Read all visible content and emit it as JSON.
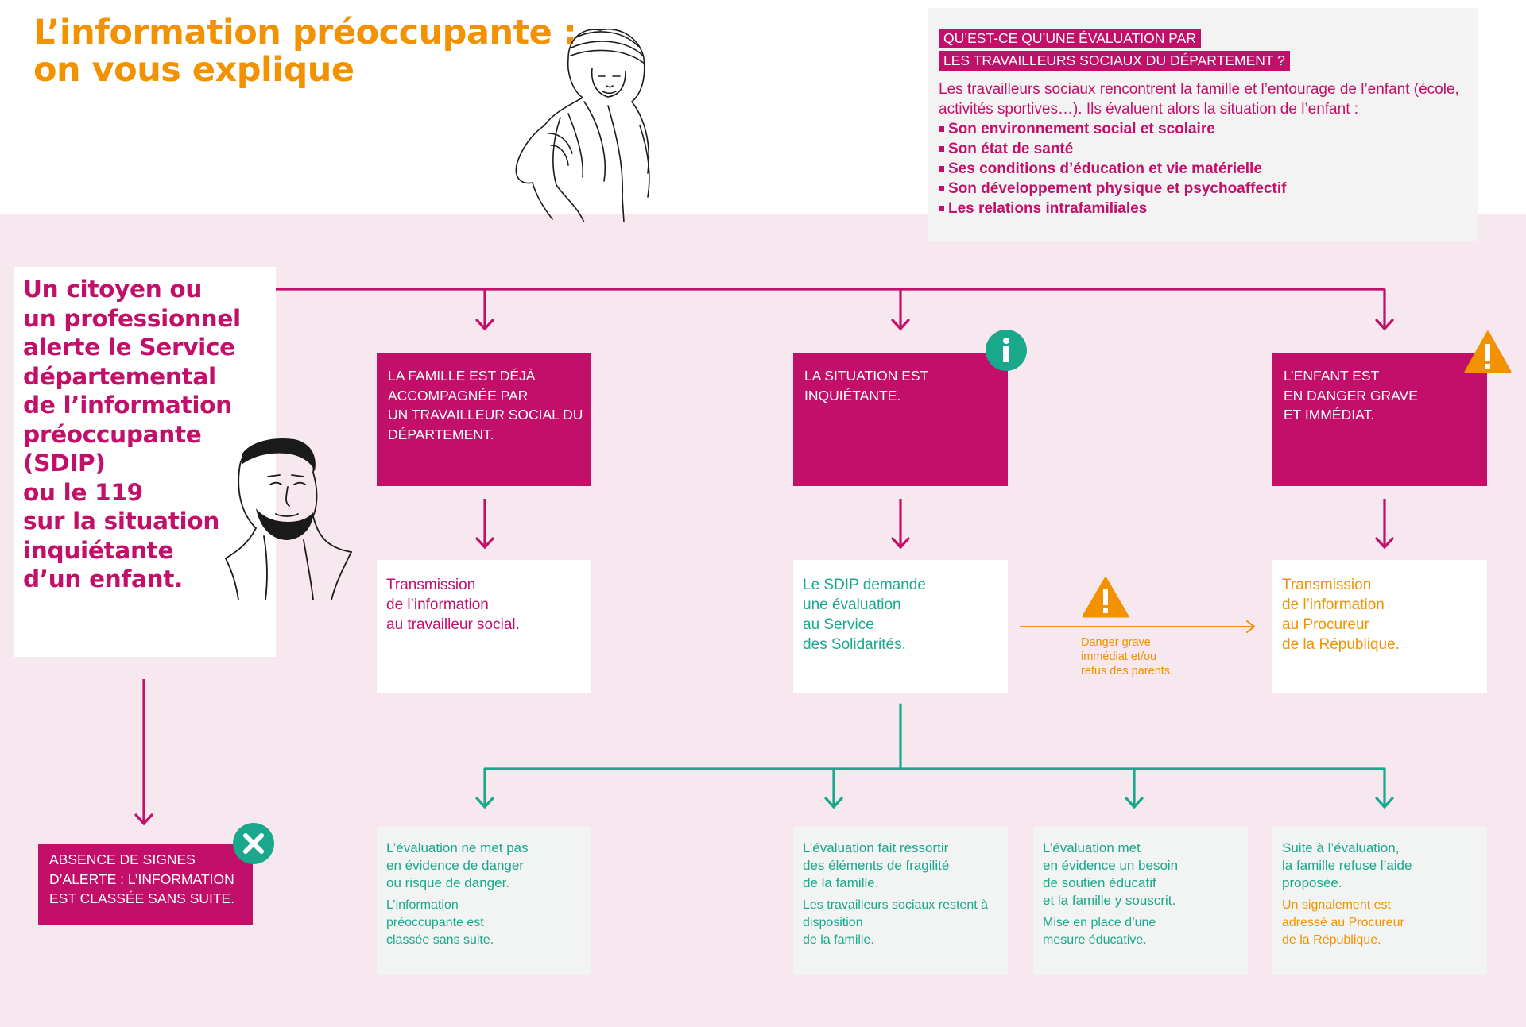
{
  "title": {
    "line1": "L’information préoccupante :",
    "line2": "on vous explique"
  },
  "evaluation_box": {
    "heading_line1": "QU’EST-CE QU’UNE ÉVALUATION PAR",
    "heading_line2": "LES TRAVAILLEURS SOCIAUX DU DÉPARTEMENT ?",
    "intro": "Les travailleurs sociaux rencontrent la famille et l’entourage de l’enfant (école, activités sportives…). Ils évaluent alors la situation de l’enfant :",
    "items": [
      "Son environnement social et scolaire",
      "Son état de santé",
      "Ses conditions d’éducation et vie matérielle",
      "Son développement physique et psychoaffectif",
      "Les relations intrafamiliales"
    ]
  },
  "alert_box": {
    "lines": [
      "Un citoyen ou",
      "un professionnel",
      "alerte le Service",
      "départemental",
      "de l’information",
      "préoccupante",
      "(SDIP)",
      "ou le 119",
      "sur la situation",
      "inquiétante",
      "d’un enfant."
    ]
  },
  "cases": [
    {
      "lines": [
        "LA FAMILLE EST DÉJÀ",
        "ACCOMPAGNÉE PAR",
        "UN TRAVAILLEUR SOCIAL DU",
        "DÉPARTEMENT."
      ],
      "badge": ""
    },
    {
      "lines": [
        "LA SITUATION EST",
        "INQUIÉTANTE."
      ],
      "badge": "info-icon"
    },
    {
      "lines": [
        "L’ENFANT EST",
        "EN DANGER GRAVE",
        "ET IMMÉDIAT."
      ],
      "badge": "warning-icon"
    }
  ],
  "outcomes": [
    {
      "lines": [
        "Transmission",
        "de l’information",
        "au travailleur social."
      ],
      "color": "#c2106a"
    },
    {
      "lines": [
        "Le SDIP demande",
        "une évaluation",
        "au Service",
        "des Solidarités."
      ],
      "color": "#1aa88d"
    },
    {
      "lines": [
        "Transmission",
        "de l’information",
        "au Procureur",
        "de la République."
      ],
      "color": "#f39200"
    }
  ],
  "danger_note": {
    "lines": [
      "Danger grave",
      "immédiat et/ou",
      "refus des parents."
    ]
  },
  "results": [
    {
      "main": [
        "L’évaluation ne met pas",
        "en évidence de danger",
        "ou risque de danger."
      ],
      "sub": [
        "L’information",
        "préoccupante est",
        "classée sans suite."
      ],
      "sub_color": "#1aa88d"
    },
    {
      "main": [
        "L’évaluation fait ressortir",
        "des éléments de fragilité",
        "de la famille."
      ],
      "sub": [
        "Les travailleurs sociaux restent à",
        "disposition",
        "de la famille."
      ],
      "sub_color": "#1aa88d"
    },
    {
      "main": [
        "L’évaluation met",
        "en évidence un besoin",
        "de soutien éducatif",
        "et la famille y souscrit."
      ],
      "sub": [
        "Mise en place d’une",
        "mesure éducative."
      ],
      "sub_color": "#1aa88d"
    },
    {
      "main": [
        "Suite à l’évaluation,",
        "la famille refuse l’aide",
        "proposée."
      ],
      "sub": [
        "Un signalement est",
        "adressé au Procureur",
        "de la République."
      ],
      "sub_color": "#f39200"
    }
  ],
  "no_alert_box": {
    "lines": [
      "ABSENCE DE SIGNES",
      "D’ALERTE : L’INFORMATION",
      "EST CLASSÉE SANS SUITE."
    ]
  },
  "colors": {
    "magenta": "#c2106a",
    "teal": "#1aa88d",
    "orange": "#f39200",
    "band_pink": "#f7e7ee"
  },
  "illustrations": [
    "woman-with-backpack-sketch",
    "bearded-man-sketch"
  ]
}
